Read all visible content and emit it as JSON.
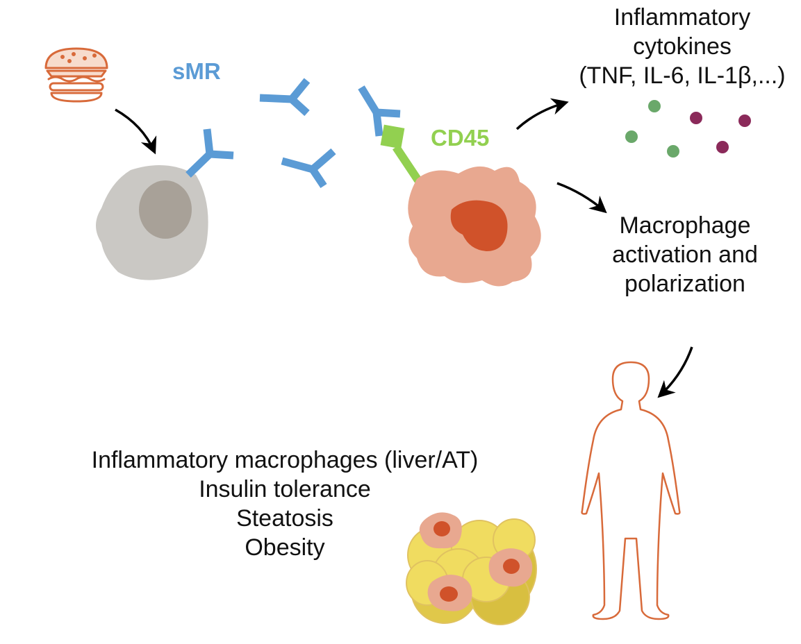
{
  "labels": {
    "smr": "sMR",
    "cd45": "CD45",
    "cytokines_line1": "Inflammatory",
    "cytokines_line2": "cytokines",
    "cytokines_line3": "(TNF, IL-6, IL-1β,...)",
    "macrophage_line1": "Macrophage",
    "macrophage_line2": "activation and",
    "macrophage_line3": "polarization",
    "outcome_1": "Inflammatory macrophages (liver/AT)",
    "outcome_2": "Insulin tolerance",
    "outcome_3": "Steatosis",
    "outcome_4": "Obesity"
  },
  "colors": {
    "smr_blue": "#5b9bd5",
    "cd45_green": "#92d050",
    "macrophage_body": "#e8a890",
    "macrophage_nucleus": "#d0522a",
    "cell_gray": "#cac8c4",
    "nucleus_gray": "#a8a198",
    "cytokine_green": "#6aa86a",
    "cytokine_purple": "#8b2a5a",
    "outline_orange": "#d86a3a",
    "fat_yellow": "#e8cc4a"
  },
  "icons": [
    "burger-icon",
    "person-silhouette-icon",
    "adipose-tissue-icon"
  ]
}
